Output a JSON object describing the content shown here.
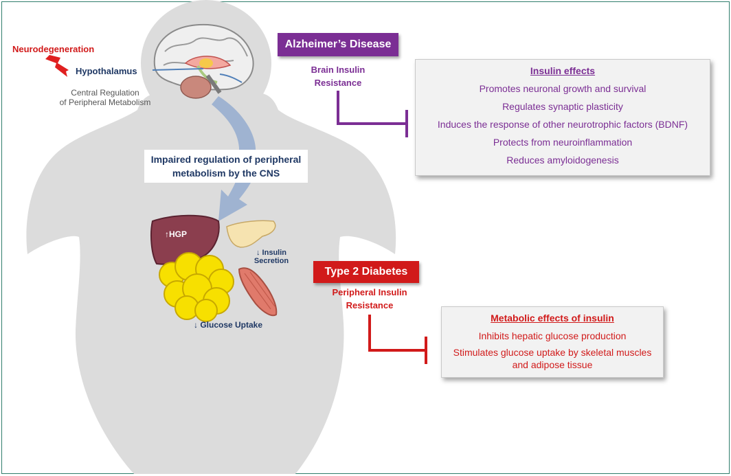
{
  "colors": {
    "ad_purple": "#7b2e94",
    "t2d_red": "#d11a1a",
    "navy": "#1f3864",
    "text_gray": "#555555",
    "body_silhouette": "#dcdcdc",
    "arrow_blue": "#9fb3d1"
  },
  "left": {
    "neurodegeneration": "Neurodegeneration",
    "hypothalamus": "Hypothalamus",
    "central_regulation_1": "Central Regulation",
    "central_regulation_2": "of Peripheral Metabolism"
  },
  "center_box": {
    "line1": "Impaired regulation of peripheral",
    "line2": "metabolism by the CNS"
  },
  "organs": {
    "liver_label": "↑HGP",
    "pancreas_line1": "↓ Insulin",
    "pancreas_line2": "Secretion",
    "glucose_uptake": "↓ Glucose Uptake"
  },
  "alzheimers": {
    "title": "Alzheimer’s Disease",
    "sub1": "Brain Insulin",
    "sub2": "Resistance"
  },
  "insulin_effects": {
    "heading": "Insulin effects",
    "items": [
      "Promotes neuronal growth and survival",
      "Regulates synaptic plasticity",
      "Induces the response of other neurotrophic factors (BDNF)",
      "Protects from neuroinflammation",
      "Reduces amyloidogenesis"
    ]
  },
  "type2": {
    "title": "Type 2 Diabetes",
    "sub1": "Peripheral Insulin",
    "sub2": "Resistance"
  },
  "metabolic_effects": {
    "heading": "Metabolic effects of insulin",
    "items": [
      "Inhibits hepatic glucose production",
      "Stimulates glucose uptake by skeletal muscles",
      "and adipose tissue"
    ]
  }
}
